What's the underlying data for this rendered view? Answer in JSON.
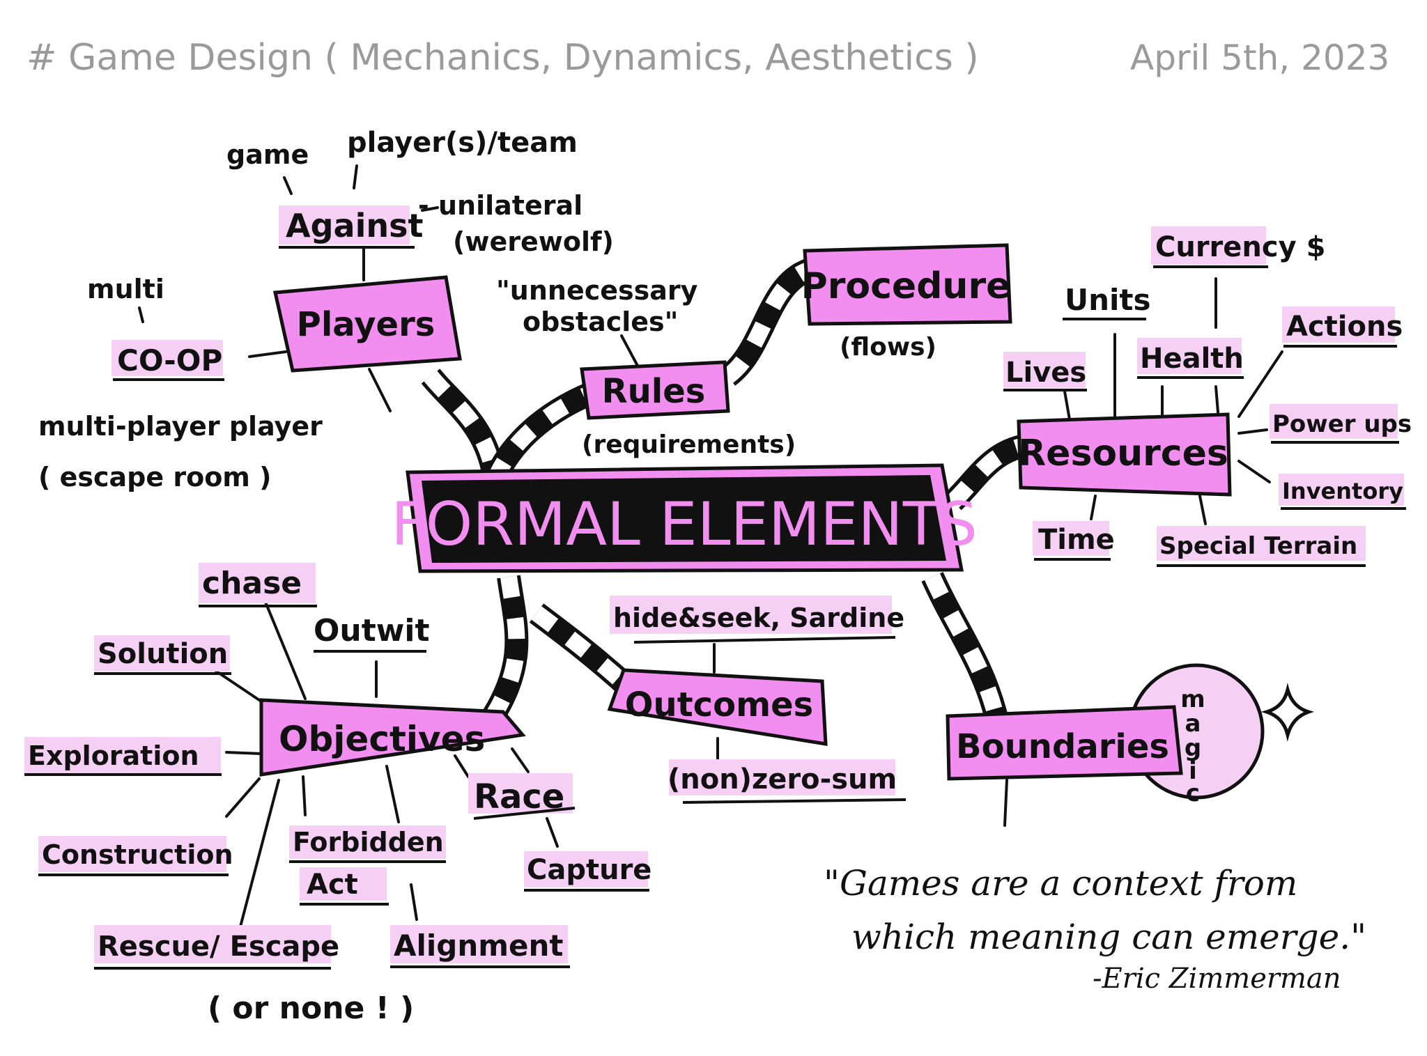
{
  "header": {
    "title": "# Game Design ( Mechanics, Dynamics, Aesthetics )",
    "date": "April 5th, 2023"
  },
  "colors": {
    "pink": "#f28ef0",
    "light_pink": "#f6d0f4",
    "ink": "#111111",
    "header_gray": "#9a9a9a"
  },
  "center": {
    "label": "FORMAL ELEMENTS"
  },
  "players": {
    "label": "Players",
    "against": "Against",
    "game": "game",
    "player_team": "player(s)/team",
    "unilateral": "- unilateral",
    "werewolf": "(werewolf)",
    "multi": "multi",
    "coop": "CO-OP",
    "multi_player": "multi-player player",
    "escape_room": "( escape room )"
  },
  "rules": {
    "label": "Rules",
    "note1": "\"unnecessary",
    "note2": "obstacles\"",
    "requirements": "(requirements)"
  },
  "procedure": {
    "label": "Procedure",
    "flows": "(flows)"
  },
  "resources": {
    "label": "Resources",
    "currency": "Currency $",
    "units": "Units",
    "health": "Health",
    "lives": "Lives",
    "actions": "Actions",
    "power_ups": "Power ups",
    "inventory": "Inventory",
    "time": "Time",
    "special_terrain": "Special Terrain"
  },
  "objectives": {
    "label": "Objectives",
    "chase": "chase",
    "outwit": "Outwit",
    "solution": "Solution",
    "exploration": "Exploration",
    "construction": "Construction",
    "forbidden": "Forbidden",
    "act": "Act",
    "race": "Race",
    "capture": "Capture",
    "rescue_escape": "Rescue/ Escape",
    "alignment": "Alignment",
    "or_none": "( or none ! )"
  },
  "outcomes": {
    "label": "Outcomes",
    "hide_seek": "hide&seek, Sardine",
    "zero_sum": "(non)zero-sum"
  },
  "boundaries": {
    "label": "Boundaries",
    "magic": [
      "m",
      "a",
      "g",
      "i",
      "c"
    ]
  },
  "quote": {
    "line1": "\"Games are a context from",
    "line2": "which meaning can emerge.\"",
    "author": "-Eric Zimmerman"
  }
}
